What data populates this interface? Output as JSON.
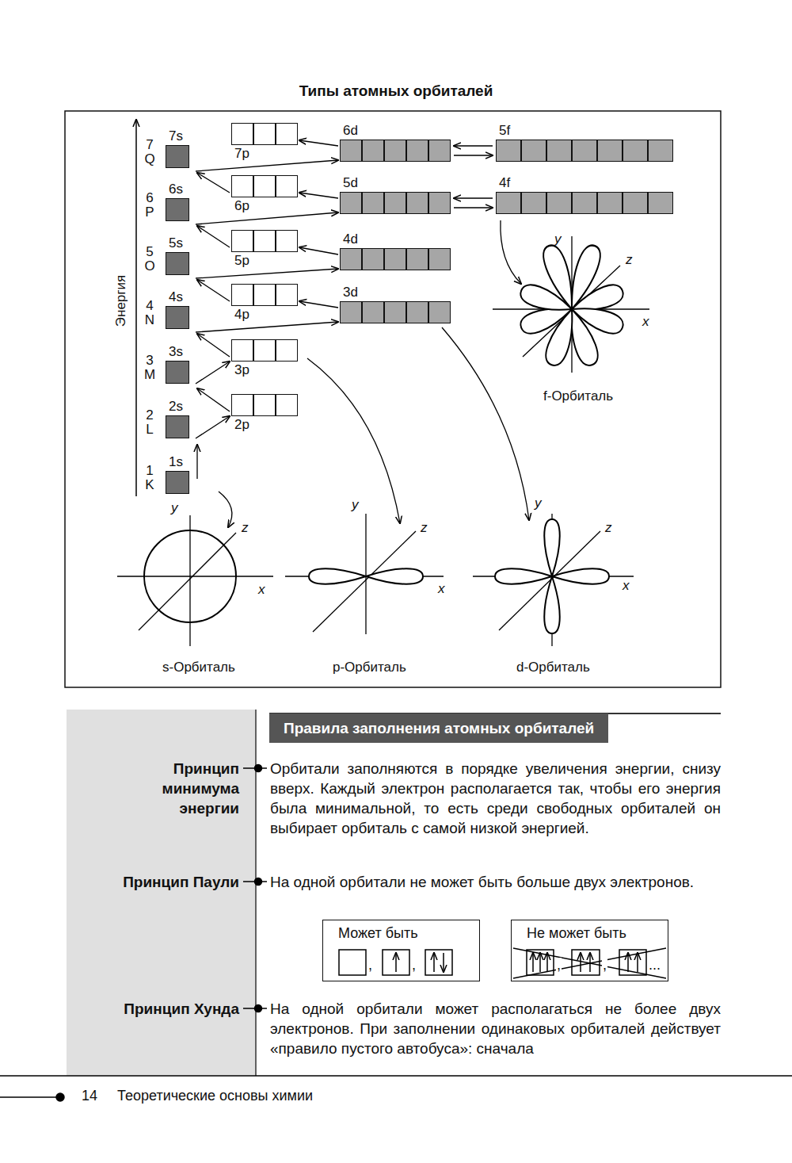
{
  "diagram": {
    "title": "Типы атомных орбиталей",
    "nodes": [
      {
        "text": [
          "1s"
        ]
      },
      {
        "text": [
          "2s"
        ]
      },
      {
        "text": [
          "2p"
        ]
      },
      {
        "text": [
          "3s"
        ]
      },
      {
        "text": [
          "3p"
        ]
      },
      {
        "text": [
          "4s"
        ]
      },
      {
        "text": [
          "3d"
        ]
      },
      {
        "text": [
          "4p"
        ]
      },
      {
        "text": [
          "5s"
        ]
      },
      {
        "text": [
          "4d"
        ]
      },
      {
        "text": [
          "5p"
        ]
      },
      {
        "text": [
          "6s"
        ]
      },
      {
        "text": [
          "4f"
        ]
      },
      {
        "text": [
          "5d"
        ]
      },
      {
        "text": [
          "6p"
        ]
      },
      {
        "text": [
          "7s"
        ]
      },
      {
        "text": [
          "5f"
        ]
      },
      {
        "text": [
          "6d"
        ]
      },
      {
        "text": [
          "7p"
        ]
      },
      {
        "text": [
          "Правила заполнения атомных орбиталей"
        ]
      },
      {
        "text": [
          "Может быть"
        ]
      },
      {
        "text": [
          "Не может быть"
        ]
      }
    ],
    "edges": [
      {
        "from": 0,
        "to": 1,
        "arrow": "to"
      },
      {
        "from": 1,
        "to": 2,
        "arrow": "to"
      },
      {
        "from": 2,
        "to": 3,
        "arrow": "to"
      },
      {
        "from": 3,
        "to": 4,
        "arrow": "to"
      },
      {
        "from": 4,
        "to": 5,
        "arrow": "to"
      },
      {
        "from": 5,
        "to": 6,
        "arrow": "to"
      },
      {
        "from": 6,
        "to": 7,
        "arrow": "to"
      },
      {
        "from": 7,
        "to": 8,
        "arrow": "to"
      },
      {
        "from": 8,
        "to": 9,
        "arrow": "to"
      },
      {
        "from": 9,
        "to": 10,
        "arrow": "to"
      },
      {
        "from": 10,
        "to": 11,
        "arrow": "to"
      },
      {
        "from": 11,
        "to": 13,
        "arrow": "to"
      },
      {
        "from": 13,
        "to": 12,
        "arrow": "to"
      },
      {
        "from": 12,
        "to": 13,
        "arrow": "to"
      },
      {
        "from": 13,
        "to": 14,
        "arrow": "to"
      },
      {
        "from": 14,
        "to": 15,
        "arrow": "to"
      },
      {
        "from": 15,
        "to": 17,
        "arrow": "to"
      },
      {
        "from": 17,
        "to": 16,
        "arrow": "to"
      },
      {
        "from": 16,
        "to": 17,
        "arrow": "to"
      },
      {
        "from": 17,
        "to": 18,
        "arrow": "to"
      }
    ],
    "labels": [
      "Энергия",
      "1",
      "K",
      "2",
      "L",
      "3",
      "M",
      "4",
      "N",
      "5",
      "O",
      "6",
      "P",
      "7",
      "Q",
      "y",
      "z",
      "x",
      "s-Орбиталь",
      "y",
      "z",
      "x",
      "p-Орбиталь",
      "y",
      "z",
      "x",
      "d-Орбиталь",
      "y",
      "z",
      "x",
      "f-Орбиталь",
      "Принцип минимума энергии",
      "Орбитали заполняются в порядке увеличения энергии, снизу вверх. Каждый электрон располагается так, чтобы его энергия была минимальной, то есть среди свободных орбиталей он выбирает орбиталь с самой низкой энергией.",
      "Принцип Паули",
      "На одной орбитали не может быть больше двух электронов.",
      ",",
      ",",
      ",",
      ",",
      "...",
      "Принцип Хунда",
      "На одной орбитали может располагаться не более двух электронов. При заполнении одинаковых орбиталей действует «правило пустого автобуса»: сначала",
      "14",
      "Теоретические основы химии"
    ]
  }
}
